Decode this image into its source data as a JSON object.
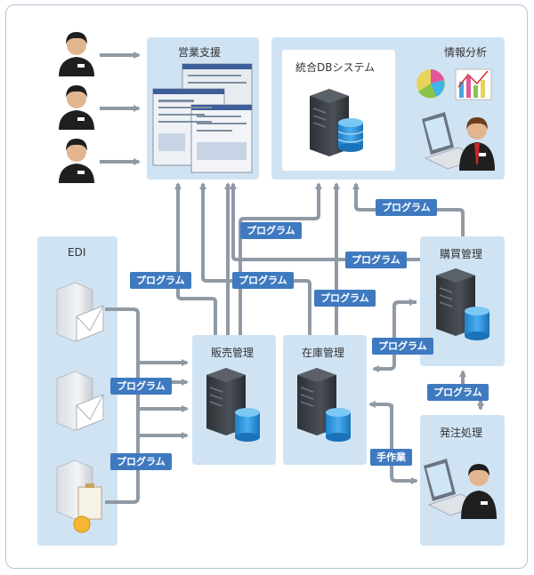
{
  "boxes": {
    "sales_support": "営業支援",
    "integrated_db": "統合DBシステム",
    "info_analysis": "情報分析",
    "edi": "EDI",
    "sales_mgmt": "販売管理",
    "inventory_mgmt": "在庫管理",
    "purchase_mgmt": "購買管理",
    "order_processing": "発注処理"
  },
  "labels": {
    "program": "プログラム",
    "manual_work": "手作業"
  },
  "colors": {
    "box_fill": "#cfe3f3",
    "tag_fill": "#3f7ac0",
    "arrow": "#8f9aa5",
    "server": "#3d4248",
    "db_cylinder": "#2a8fd6"
  }
}
